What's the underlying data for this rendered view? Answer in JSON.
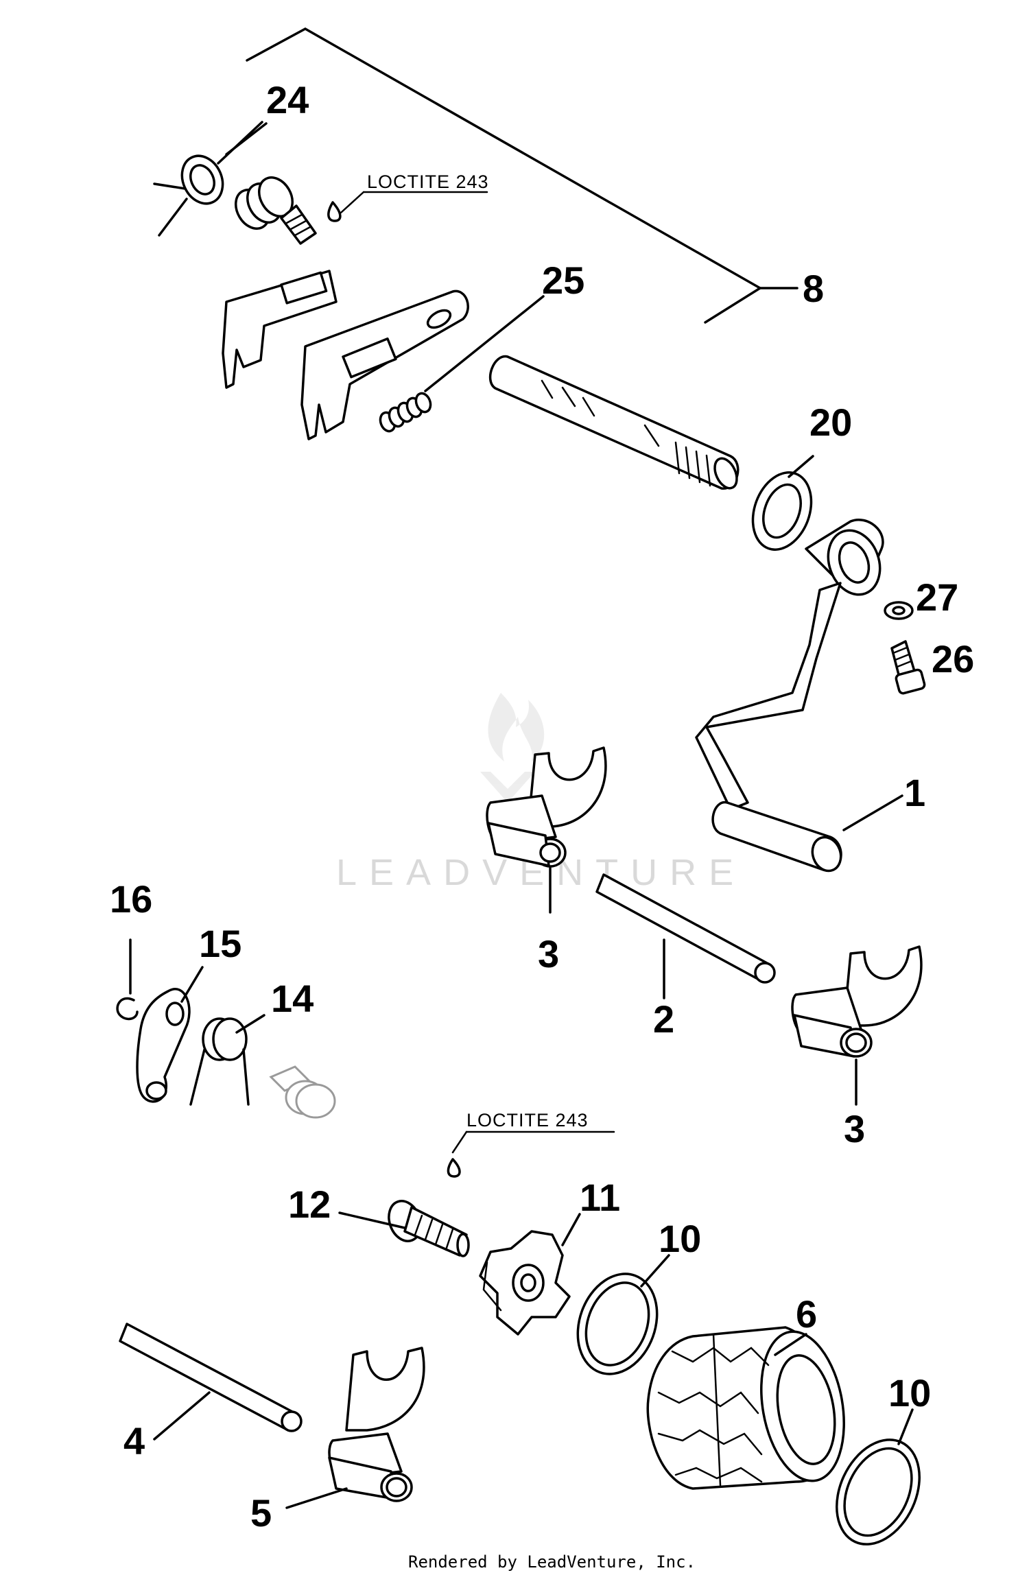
{
  "callouts": {
    "c24": "24",
    "c25": "25",
    "c8": "8",
    "c20": "20",
    "c27": "27",
    "c26": "26",
    "c1": "1",
    "c3a": "3",
    "c3b": "3",
    "c2": "2",
    "c16": "16",
    "c15": "15",
    "c14": "14",
    "c12": "12",
    "c11": "11",
    "c10a": "10",
    "c10b": "10",
    "c6": "6",
    "c4": "4",
    "c5": "5"
  },
  "notes": {
    "loctite_top": "LOCTITE 243",
    "loctite_bottom": "LOCTITE 243"
  },
  "watermark": "LEADVENTURE",
  "footer": "Rendered by LeadVenture, Inc."
}
